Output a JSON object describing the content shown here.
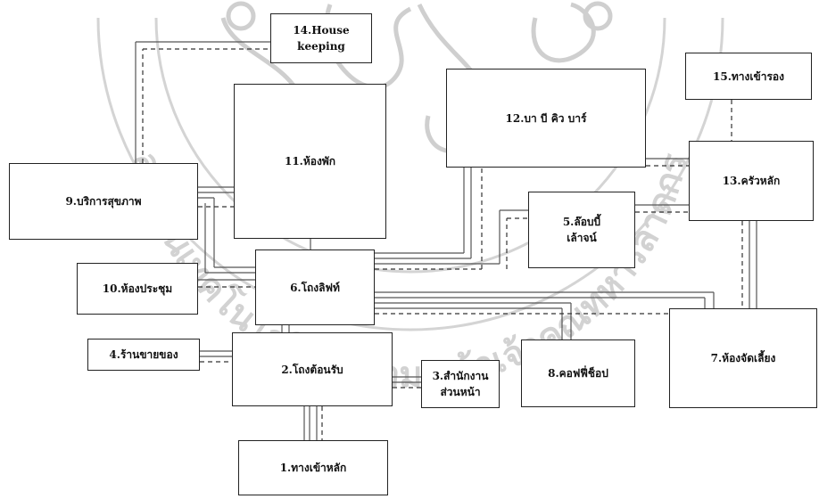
{
  "diagram": {
    "rooms": {
      "r1": "1.ทางเข้าหลัก",
      "r2": "2.โถงต้อนรับ",
      "r3_line1": "3.สำนักงาน",
      "r3_line2": "ส่วนหน้า",
      "r4": "4.ร้านขายของ",
      "r5_line1": "5.ล๊อบบี้",
      "r5_line2": "เล้าจน์",
      "r6": "6.โถงลิฟท์",
      "r7": "7.ห้องจัดเลี้ยง",
      "r8": "8.คอฟฟี่ช็อป",
      "r9": "9.บริการสุขภาพ",
      "r10": "10.ห้องประชุม",
      "r11": "11.ห้องพัก",
      "r12": "12.บา บี คิว บาร์",
      "r13": "13.ครัวหลัก",
      "r14_line1": "14.House",
      "r14_line2": "keeping",
      "r15": "15.ทางเข้ารอง"
    },
    "watermark_text": "สถาบันเทคโนโลยีพระจอมเกล้าเจ้าคุณทหารลาดกระบัง",
    "colors": {
      "border": "#222222",
      "link_solid": "#555555",
      "link_dashed": "#333333",
      "watermark": "#d0d0d0"
    }
  }
}
